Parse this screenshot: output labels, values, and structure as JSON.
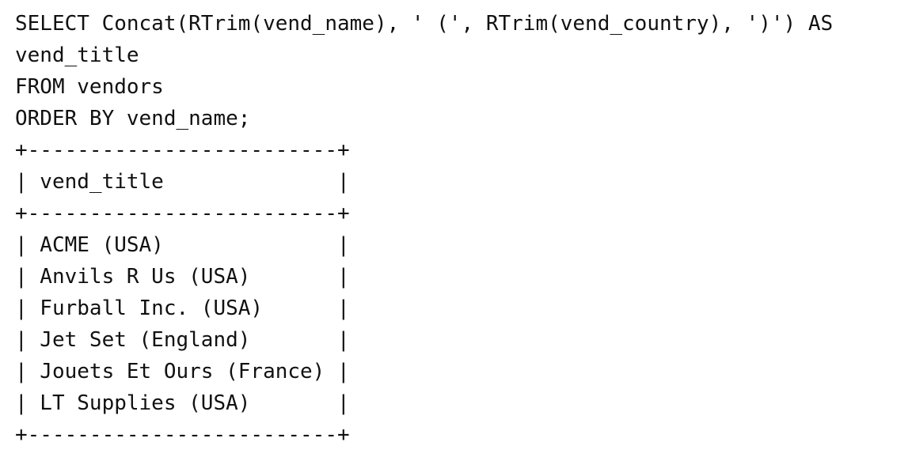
{
  "query": {
    "lines": [
      "SELECT Concat(RTrim(vend_name), ' (', RTrim(vend_country), ')') AS",
      "vend_title",
      "FROM vendors",
      "ORDER BY vend_name;"
    ]
  },
  "result": {
    "border_top": "+-------------------------+",
    "header_row": "| vend_title              |",
    "header_separator": "+-------------------------+",
    "column_header": "vend_title",
    "rows": [
      "| ACME (USA)              |",
      "| Anvils R Us (USA)       |",
      "| Furball Inc. (USA)      |",
      "| Jet Set (England)       |",
      "| Jouets Et Ours (France) |",
      "| LT Supplies (USA)       |"
    ],
    "values": [
      "ACME (USA)",
      "Anvils R Us (USA)",
      "Furball Inc. (USA)",
      "Jet Set (England)",
      "Jouets Et Ours (France)",
      "LT Supplies (USA)"
    ],
    "border_bottom": "+-------------------------+"
  },
  "colors": {
    "background": "#ffffff",
    "text": "#111111"
  }
}
